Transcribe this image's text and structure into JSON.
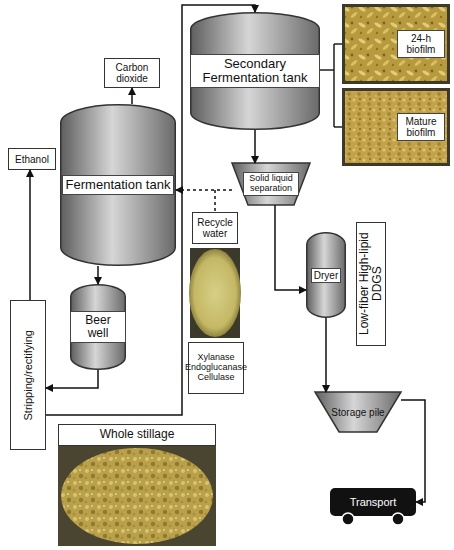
{
  "diagram": {
    "nodes": [
      {
        "text": [
          "Secondary Fermentation tank"
        ]
      },
      {
        "text": [
          "24-h biofilm"
        ]
      },
      {
        "text": [
          "Mature biofilm"
        ]
      },
      {
        "text": [
          "Carbon dioxide"
        ]
      },
      {
        "text": [
          "Fermentation tank"
        ]
      },
      {
        "text": [
          "Solid liquid separation"
        ]
      },
      {
        "text": [
          "Ethanol"
        ]
      },
      {
        "text": [
          "Recycle water"
        ]
      },
      {
        "text": [
          "Dryer"
        ]
      },
      {
        "text": [
          "Low-fiber High-lipid DDGS"
        ]
      },
      {
        "text": [
          "Beer well"
        ]
      },
      {
        "text": [
          "Stripping/rectifying"
        ]
      },
      {
        "text": [
          "Xylanase Endoglucanase Cellulase"
        ]
      },
      {
        "text": [
          "Storage pile"
        ]
      },
      {
        "text": [
          "Whole stillage"
        ]
      },
      {
        "text": [
          "Transport"
        ]
      }
    ],
    "edges": [
      {
        "from": 4,
        "to": 3,
        "arrow": "to"
      },
      {
        "from": 4,
        "to": 10,
        "arrow": "to"
      },
      {
        "from": 10,
        "to": 11,
        "arrow": "to"
      },
      {
        "from": 11,
        "to": 6,
        "arrow": "to"
      },
      {
        "from": 11,
        "to": 0,
        "arrow": "to"
      },
      {
        "from": 0,
        "to": 5,
        "arrow": "to"
      },
      {
        "from": 5,
        "to": 4,
        "arrow": "to"
      },
      {
        "from": 5,
        "to": 8,
        "arrow": "to"
      },
      {
        "from": 8,
        "to": 13,
        "arrow": "to"
      },
      {
        "from": 13,
        "to": 15,
        "arrow": "to"
      }
    ]
  }
}
